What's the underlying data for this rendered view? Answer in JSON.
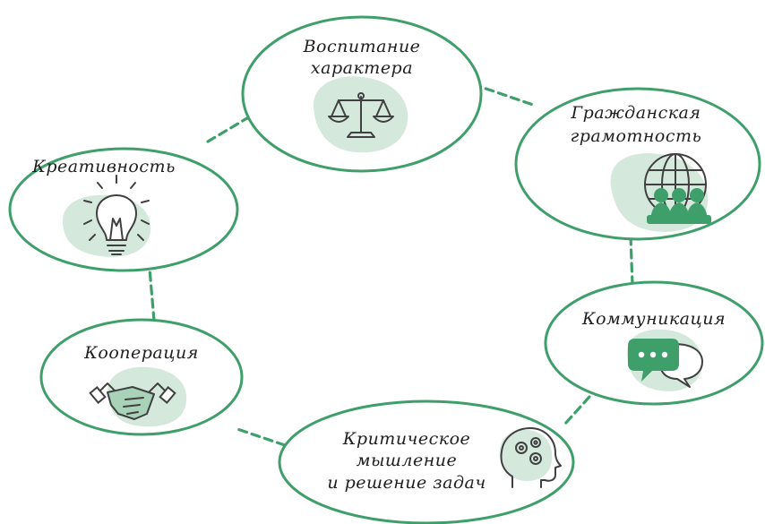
{
  "nodes": {
    "character": {
      "line1": "Воспитание",
      "line2": "характера",
      "icon": "scales-icon"
    },
    "civic": {
      "line1": "Гражданская",
      "line2": "грамотность",
      "icon": "globe-people-icon"
    },
    "communication": {
      "line1": "Коммуникация",
      "icon": "speech-bubbles-icon"
    },
    "critical": {
      "line1": "Критическое",
      "line2": "мышление",
      "line3": "и решение задач",
      "icon": "head-gears-icon"
    },
    "cooperation": {
      "line1": "Кооперация",
      "icon": "handshake-icon"
    },
    "creativity": {
      "line1": "Креативность",
      "icon": "lightbulb-icon"
    }
  },
  "colors": {
    "accent": "#3f9f6a",
    "blob": "#d4e9dc",
    "icon": "#404040"
  }
}
